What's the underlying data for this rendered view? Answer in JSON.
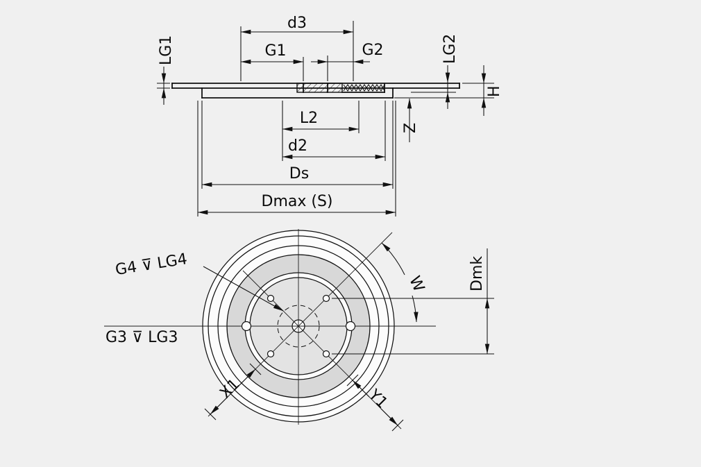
{
  "canvas": {
    "background": "#f0f0f0",
    "line_color": "#111111",
    "pad_fill_dark": "#d8d8d8",
    "pad_fill_light": "#e3e3e3"
  },
  "side_view": {
    "labels": {
      "d3": "d3",
      "g1": "G1",
      "g2": "G2",
      "lg1": "LG1",
      "lg2": "LG2",
      "h": "H",
      "l2": "L2",
      "z": "Z",
      "d2": "d2",
      "ds": "Ds",
      "dmax_s": "Dmax (S)"
    }
  },
  "plan_view": {
    "labels": {
      "g4_lg4": "G4 ⊽ LG4",
      "g3_lg3": "G3 ⊽ LG3",
      "w": "W",
      "dmk": "Dmk",
      "x1": "X1",
      "y1": "Y1"
    }
  }
}
